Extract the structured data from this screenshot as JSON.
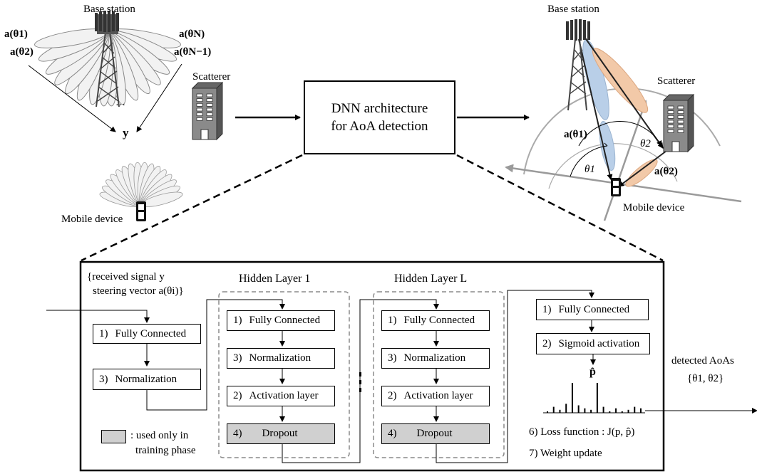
{
  "top_left": {
    "base_station": "Base station",
    "beam_a1": "a(θ1)",
    "beam_a2": "a(θ2)",
    "beam_aN": "a(θN)",
    "beam_aN1": "a(θN−1)",
    "dots": "···",
    "y": "y",
    "mobile_device": "Mobile device"
  },
  "scatterer_left": "Scatterer",
  "dnn_box": {
    "line1": "DNN architecture",
    "line2": "for AoA detection"
  },
  "top_right": {
    "base_station": "Base station",
    "scatterer": "Scatterer",
    "a_theta1": "a(θ1)",
    "a_theta2": "a(θ2)",
    "theta1": "θ1",
    "theta2": "θ2",
    "mobile_device": "Mobile device"
  },
  "network": {
    "input_label_line1": "{received signal y",
    "input_label_line2": "steering vector a(θi)}",
    "input_block": {
      "fc": "Fully Connected",
      "norm": "Normalization",
      "fc_num": "1)",
      "norm_num": "3)"
    },
    "hidden1_title": "Hidden Layer 1",
    "hiddenL_title": "Hidden Layer L",
    "hidden_blocks": [
      {
        "num": "1)",
        "label": "Fully Connected"
      },
      {
        "num": "3)",
        "label": "Normalization"
      },
      {
        "num": "2)",
        "label": "Activation layer"
      },
      {
        "num": "4)",
        "label": "Dropout"
      }
    ],
    "output_blocks": [
      {
        "num": "1)",
        "label": "Fully Connected"
      },
      {
        "num": "2)",
        "label": "Sigmoid activation"
      }
    ],
    "p_hat": "p̂",
    "loss": "6) Loss function : J(p, p̂)",
    "weight_update": "7) Weight update",
    "legend": "used only in training phase",
    "legend_line1": ": used only in",
    "legend_line2": "training phase",
    "detected_line1": "detected AoAs",
    "detected_line2": "{θ1, θ2}",
    "output_spectrum": [
      0.05,
      0.2,
      0.1,
      0.3,
      1.0,
      0.25,
      0.15,
      0.1,
      1.0,
      0.2,
      0.05,
      0.15,
      0.05,
      0.1,
      0.2,
      0.15
    ]
  },
  "colors": {
    "blue_beam": "#b9cfe8",
    "orange_beam": "#f2c9a8",
    "gray_block": "#d0d0d0"
  }
}
